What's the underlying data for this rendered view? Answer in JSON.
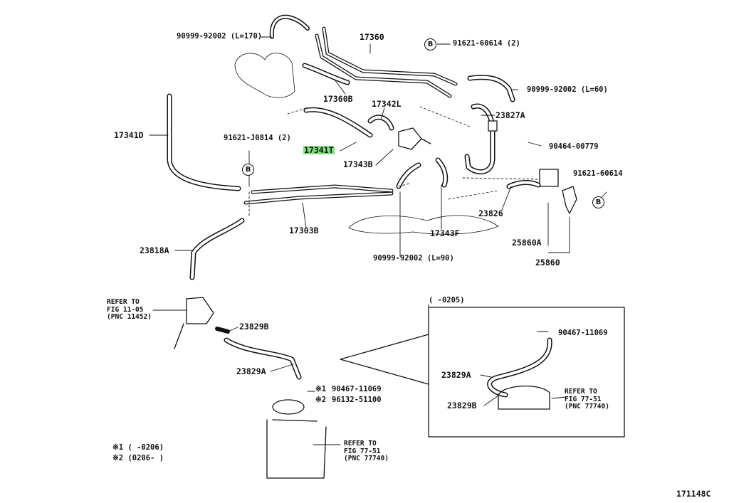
{
  "diagram": {
    "figure_code": "171148C",
    "highlighted_part": "17341T",
    "circle_marker": "B",
    "parts": {
      "p_9099920002_170": "90999-92002 (L=170)",
      "p_17360": "17360",
      "p_9162160614_2": "91621-60614 (2)",
      "p_17360B": "17360B",
      "p_9099920002_60": "90999-92002 (L=60)",
      "p_17342L": "17342L",
      "p_23827A": "23827A",
      "p_17341D": "17341D",
      "p_91621J0814": "91621-J0814 (2)",
      "p_17341T": "17341T",
      "p_17343B": "17343B",
      "p_9046400779": "90464-00779",
      "p_9162160614": "91621-60614",
      "p_23826": "23826",
      "p_17303B": "17303B",
      "p_17343F": "17343F",
      "p_25860A": "25860A",
      "p_25860": "25860",
      "p_9099920002_90": "90999-92002 (L=90)",
      "p_23818A": "23818A",
      "p_23829B": "23829B",
      "p_23829A": "23829A",
      "p_9046711069_1": "90467-11069",
      "p_9613251100": "96132-51100",
      "p_9046711069_inset": "90467-11069",
      "p_23829A_inset": "23829A",
      "p_23829B_inset": "23829B"
    },
    "refs": {
      "fig1105": [
        "REFER TO",
        "FIG 11-05",
        "(PNC 11452)"
      ],
      "fig7751_bottom": [
        "REFER TO",
        "FIG 77-51",
        "(PNC 77740)"
      ],
      "fig7751_inset": [
        "REFER TO",
        "FIG 77-51",
        "(PNC 77740)"
      ]
    },
    "inset_range": "(      -0205)",
    "notes": {
      "mark1": "※1",
      "mark2": "※2",
      "note1": "※1 (      -0206)",
      "note2": "※2 (0206-      )"
    }
  }
}
